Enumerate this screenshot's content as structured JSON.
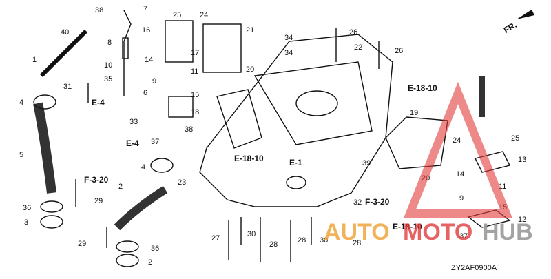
{
  "diagram": {
    "code": "ZY2AF0900A",
    "direction_label": "FR.",
    "watermark": {
      "part1": "AUTO",
      "part2": "MOTO",
      "part3": "HUB",
      "color_red": "#e23b3b",
      "color_orange": "#f0a030",
      "color_gray": "#9a9a9a"
    },
    "refs": [
      "E-4",
      "E-4",
      "F-3-20",
      "E-18-10",
      "E-1",
      "F-3-20",
      "E-18-10",
      "E-18-10"
    ],
    "callouts": [
      "1",
      "2",
      "2",
      "3",
      "4",
      "4",
      "5",
      "6",
      "7",
      "8",
      "9",
      "9",
      "10",
      "11",
      "11",
      "12",
      "13",
      "14",
      "14",
      "15",
      "15",
      "16",
      "17",
      "18",
      "19",
      "20",
      "20",
      "21",
      "22",
      "23",
      "24",
      "24",
      "25",
      "25",
      "26",
      "26",
      "27",
      "28",
      "28",
      "28",
      "29",
      "29",
      "30",
      "30",
      "31",
      "32",
      "33",
      "34",
      "34",
      "35",
      "36",
      "36",
      "37",
      "37",
      "38",
      "38",
      "39",
      "40"
    ]
  }
}
